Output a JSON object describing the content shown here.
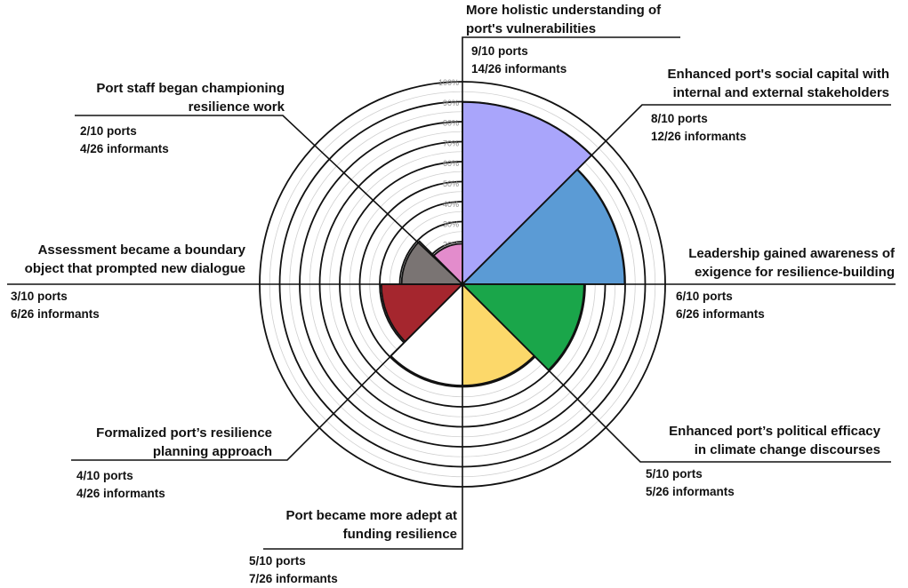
{
  "chart_data": {
    "type": "polar-area",
    "ticks": [
      "20%",
      "30%",
      "40%",
      "50%",
      "60%",
      "70%",
      "80%",
      "90%",
      "100%"
    ],
    "segments": [
      {
        "label_lines": [
          "More holistic understanding of",
          "port's vulnerabilities"
        ],
        "ports": "9/10 ports",
        "informants": "14/26 informants",
        "value": 90,
        "color": "#a9a5fb"
      },
      {
        "label_lines": [
          "Enhanced port's social capital with",
          "internal and external stakeholders"
        ],
        "ports": "8/10 ports",
        "informants": "12/26 informants",
        "value": 80,
        "color": "#5b9bd5"
      },
      {
        "label_lines": [
          "Leadership gained awareness of",
          "exigence for resilience-building"
        ],
        "ports": "6/10 ports",
        "informants": "6/26 informants",
        "value": 60,
        "color": "#1aa64a"
      },
      {
        "label_lines": [
          "Enhanced port’s political efficacy",
          "in climate change discourses"
        ],
        "ports": "5/10 ports",
        "informants": "5/26 informants",
        "value": 50,
        "color": "#fcd86a"
      },
      {
        "label_lines": [
          "Port became more adept at",
          "funding resilience"
        ],
        "ports": "5/10 ports",
        "informants": "7/26 informants",
        "value": 50,
        "color": "#ffffff"
      },
      {
        "label_lines": [
          "Formalized port’s resilience",
          "planning approach"
        ],
        "ports": "4/10 ports",
        "informants": "4/26 informants",
        "value": 40,
        "color": "#a5262e"
      },
      {
        "label_lines": [
          "Assessment became a boundary",
          "object that prompted new dialogue"
        ],
        "ports": "3/10 ports",
        "informants": "6/26 informants",
        "value": 30,
        "color": "#7a7473"
      },
      {
        "label_lines": [
          "Port staff began championing",
          "resilience work"
        ],
        "ports": "2/10 ports",
        "informants": "4/26 informants",
        "value": 20,
        "color": "#e38ccc"
      }
    ]
  }
}
